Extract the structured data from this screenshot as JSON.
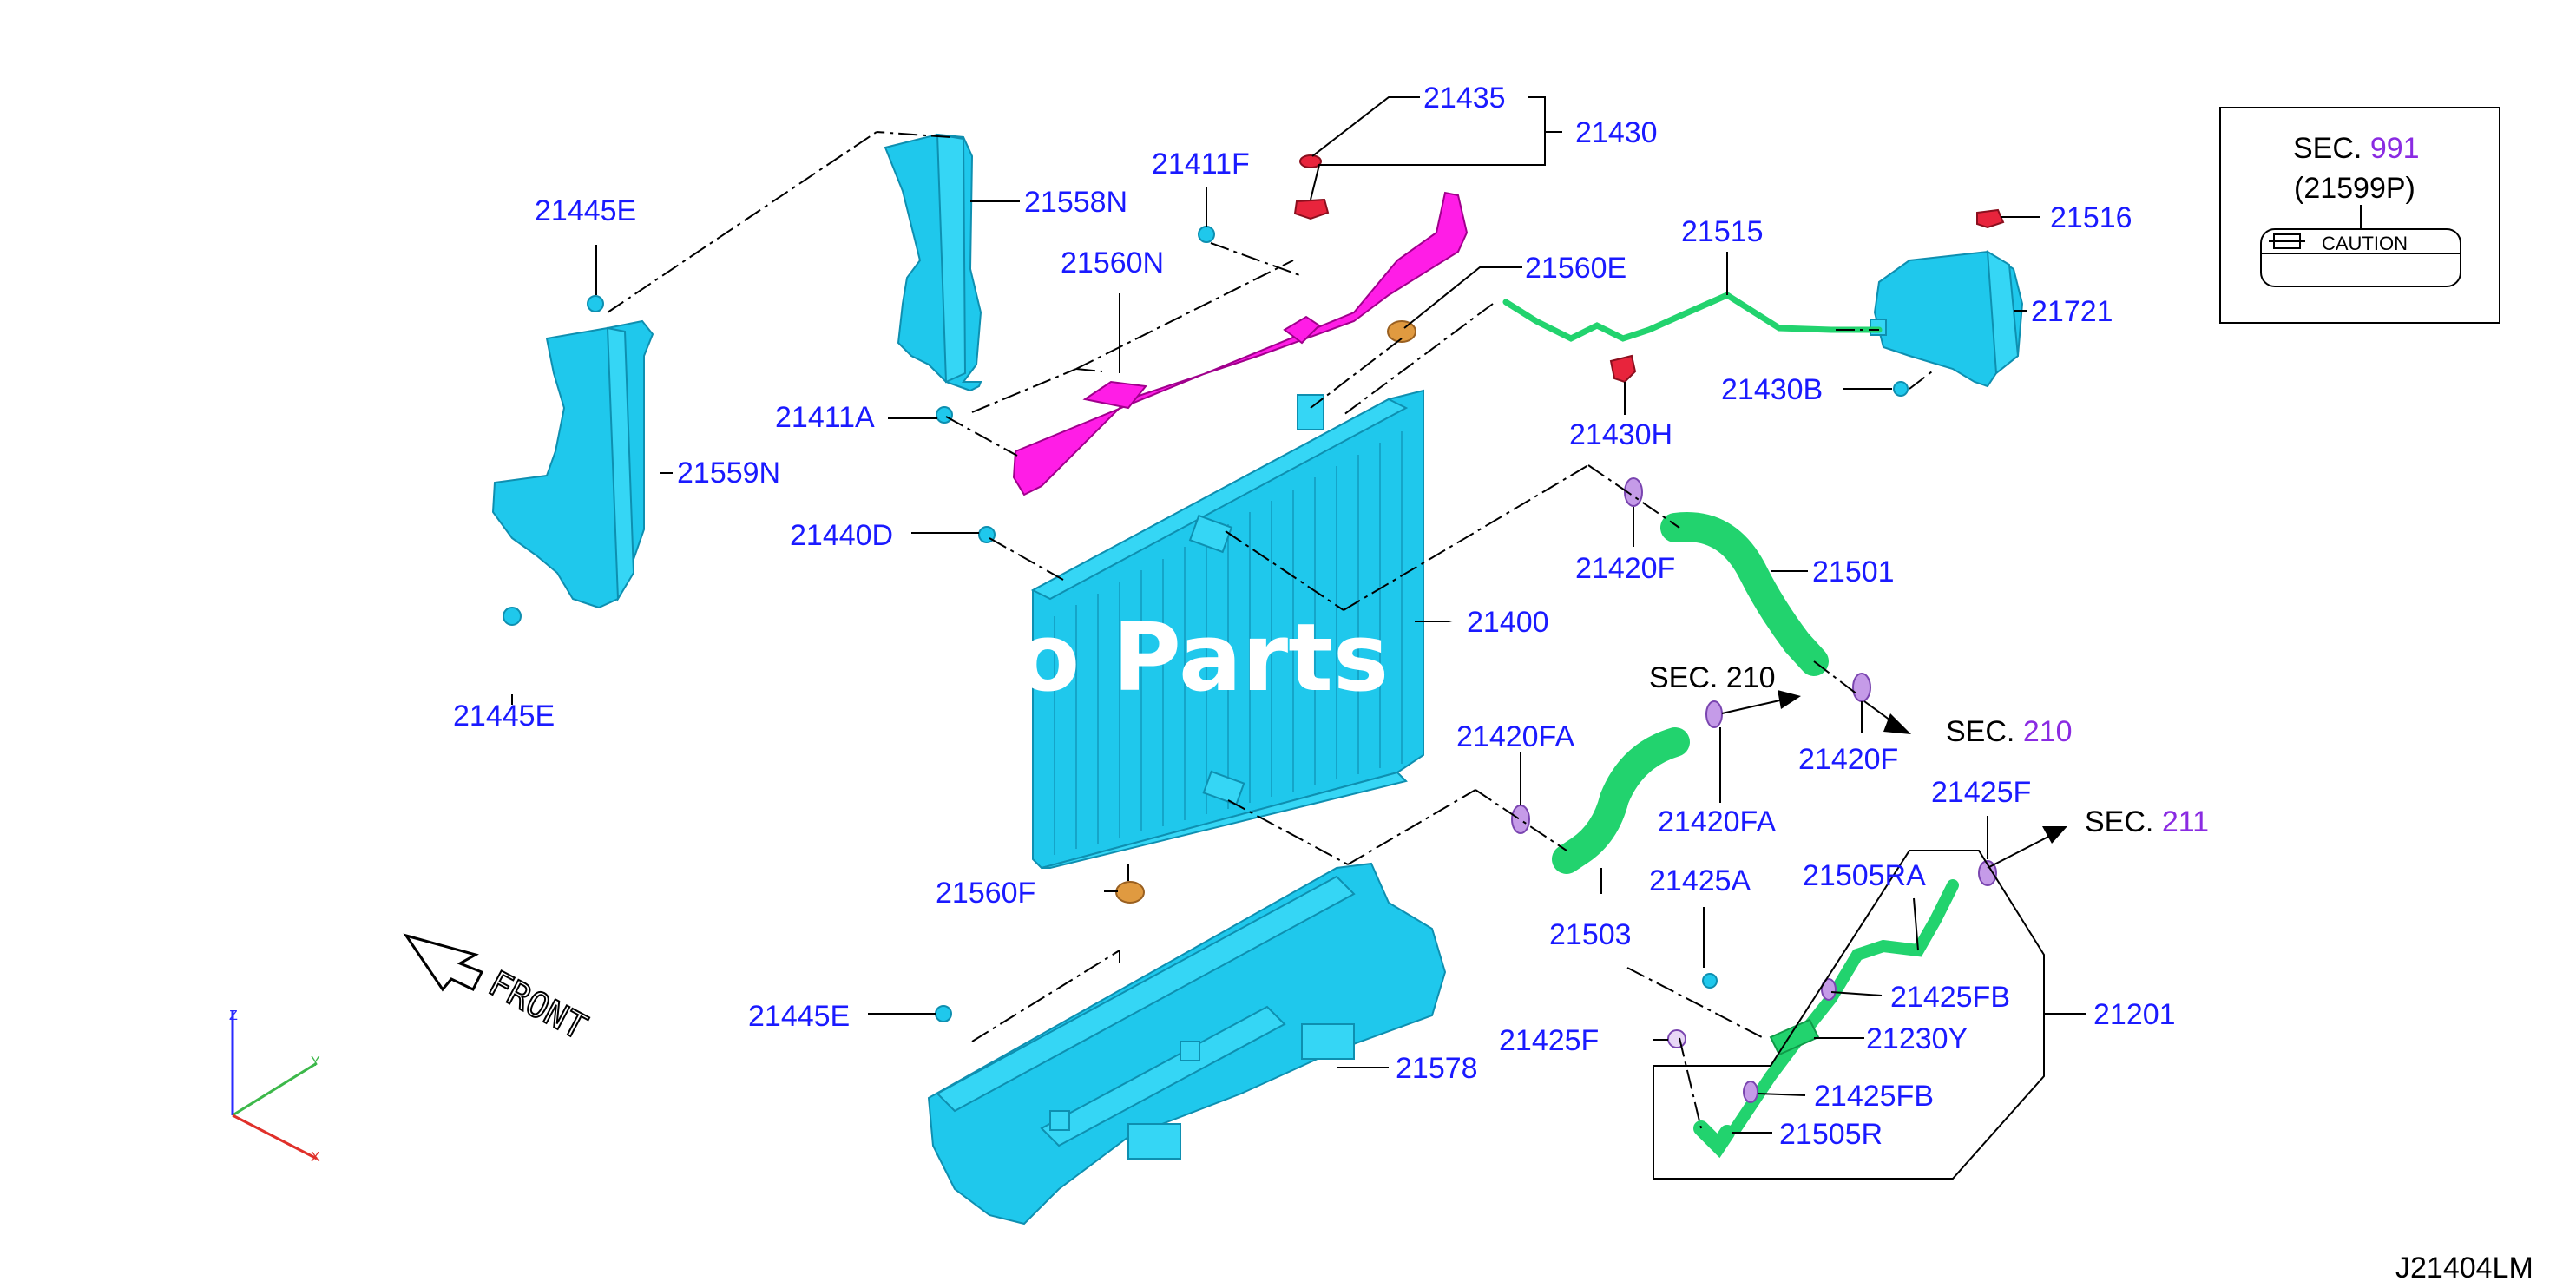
{
  "callouts": {
    "p21435": "21435",
    "p21430": "21430",
    "p21411F": "21411F",
    "p21558N": "21558N",
    "p21445E_top": "21445E",
    "p21560N": "21560N",
    "p21560E": "21560E",
    "p21515": "21515",
    "p21516": "21516",
    "p21721": "21721",
    "p21430B": "21430B",
    "p21430H": "21430H",
    "p21411A": "21411A",
    "p21559N": "21559N",
    "p21440D": "21440D",
    "p21420F_top": "21420F",
    "p21501": "21501",
    "p21400": "21400",
    "p21445E_left": "21445E",
    "p21420FA_left": "21420FA",
    "p21420FA_mid": "21420FA",
    "p21420F_right": "21420F",
    "p21425F_top": "21425F",
    "p21505RA": "21505RA",
    "p21425A": "21425A",
    "p21503": "21503",
    "p21560F": "21560F",
    "p21445E_bottom": "21445E",
    "p21425FB_1": "21425FB",
    "p21201": "21201",
    "p21230Y": "21230Y",
    "p21425F_left": "21425F",
    "p21425FB_2": "21425FB",
    "p21505R": "21505R",
    "p21578": "21578"
  },
  "section_refs": {
    "sec_label": "SEC.",
    "sec210_partial": "SEC. 210",
    "sec210": "210",
    "sec211": "211"
  },
  "caution_box": {
    "sec_label": "SEC.",
    "sec_number": "991",
    "part": "(21599P)",
    "caution_text": "CAUTION"
  },
  "front_label": "FRONT",
  "axes": {
    "z": "Z",
    "y": "Y",
    "x": "X"
  },
  "watermark": "o Parts C",
  "drawing_id": "J21404LM",
  "colors": {
    "callout_text": "#1a1aff",
    "section_number": "#8a2be2",
    "shroud": "#1fc8ec",
    "bracket": "#ff1de6",
    "hose": "#22d36e",
    "clamp": "#c59be8",
    "cap": "#e8243c"
  }
}
